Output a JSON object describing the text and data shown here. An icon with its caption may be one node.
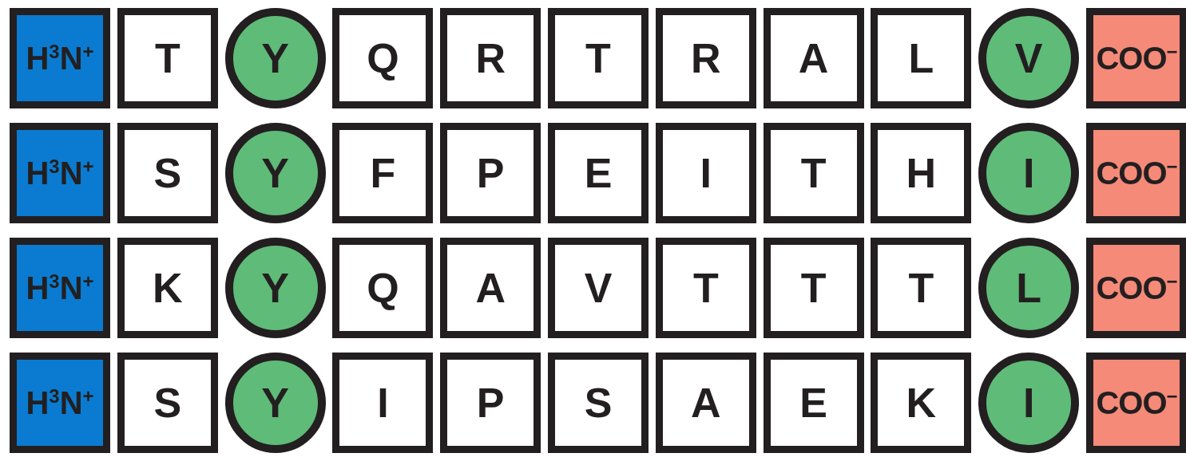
{
  "diagram": {
    "nodes": [
      {
        "text": [
          "H$^{3}$N$^{+}$"
        ]
      },
      {
        "text": [
          "T"
        ]
      },
      {
        "text": [
          "Y"
        ]
      },
      {
        "text": [
          "Q"
        ]
      },
      {
        "text": [
          "R"
        ]
      },
      {
        "text": [
          "T"
        ]
      },
      {
        "text": [
          "R"
        ]
      },
      {
        "text": [
          "A"
        ]
      },
      {
        "text": [
          "L"
        ]
      },
      {
        "text": [
          "V"
        ]
      },
      {
        "text": [
          "COO$^{−}$"
        ]
      },
      {
        "text": [
          "H$^{3}$N$^{+}$"
        ]
      },
      {
        "text": [
          "S"
        ]
      },
      {
        "text": [
          "Y"
        ]
      },
      {
        "text": [
          "F"
        ]
      },
      {
        "text": [
          "P"
        ]
      },
      {
        "text": [
          "E"
        ]
      },
      {
        "text": [
          "I"
        ]
      },
      {
        "text": [
          "T"
        ]
      },
      {
        "text": [
          "H"
        ]
      },
      {
        "text": [
          "I"
        ]
      },
      {
        "text": [
          "COO$^{−}$"
        ]
      },
      {
        "text": [
          "H$^{3}$N$^{+}$"
        ]
      },
      {
        "text": [
          "K"
        ]
      },
      {
        "text": [
          "Y"
        ]
      },
      {
        "text": [
          "Q"
        ]
      },
      {
        "text": [
          "A"
        ]
      },
      {
        "text": [
          "V"
        ]
      },
      {
        "text": [
          "T"
        ]
      },
      {
        "text": [
          "T"
        ]
      },
      {
        "text": [
          "T"
        ]
      },
      {
        "text": [
          "L"
        ]
      },
      {
        "text": [
          "COO$^{−}$"
        ]
      },
      {
        "text": [
          "H$^{3}$N$^{+}$"
        ]
      },
      {
        "text": [
          "S"
        ]
      },
      {
        "text": [
          "Y"
        ]
      },
      {
        "text": [
          "I"
        ]
      },
      {
        "text": [
          "P"
        ]
      },
      {
        "text": [
          "S"
        ]
      },
      {
        "text": [
          "A"
        ]
      },
      {
        "text": [
          "E"
        ]
      },
      {
        "text": [
          "K"
        ]
      },
      {
        "text": [
          "I"
        ]
      },
      {
        "text": [
          "COO$^{−}$"
        ]
      }
    ]
  }
}
